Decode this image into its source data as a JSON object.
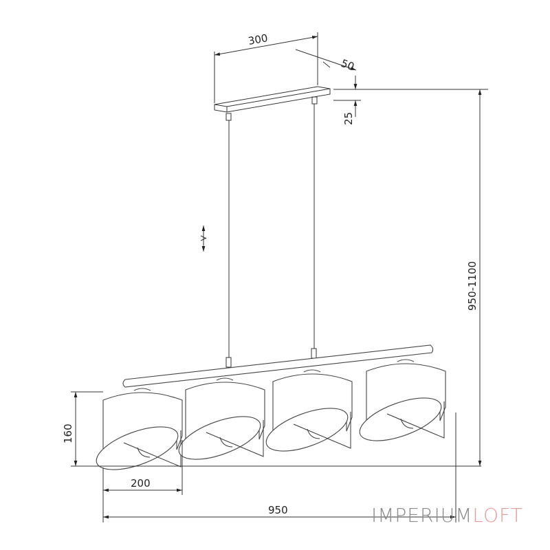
{
  "dimensions": {
    "canopy_length": "300",
    "canopy_width": "50",
    "canopy_height": "25",
    "total_height": "950-1100",
    "shade_height": "160",
    "shade_diameter": "200",
    "total_length": "950"
  },
  "logo": {
    "part1": "IMPERIUM",
    "part2": "LOFT",
    "colors": {
      "part1": "#8a8a8a",
      "part2": "#e89a9a"
    }
  },
  "icons": [
    "height-adjust-icon"
  ]
}
